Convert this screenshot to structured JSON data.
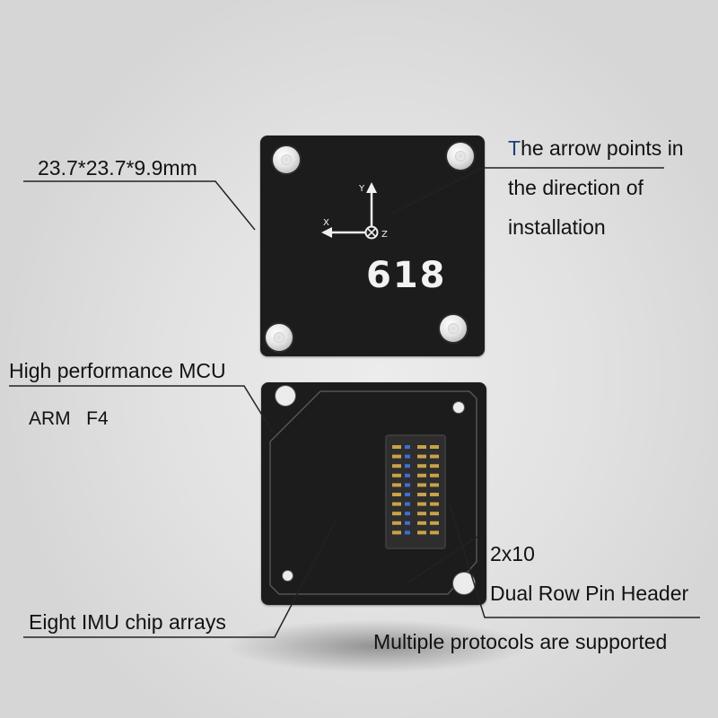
{
  "module_top": {
    "model_number": "618",
    "axis_x": "X",
    "axis_y": "Y",
    "axis_z": "Z"
  },
  "labels": {
    "dimensions": "23.7*23.7*9.9mm",
    "arrow_first_letter": "T",
    "arrow_line1_rest": "he arrow points in",
    "arrow_line2": "the direction of",
    "arrow_line3": "installation",
    "mcu_line1": "High performance MCU",
    "mcu_line2": "ARM   F4",
    "pin_count": "2x10",
    "pin_header": "Dual Row Pin Header",
    "protocols": "Multiple protocols are supported",
    "imu": "Eight IMU chip arrays"
  },
  "colors": {
    "background": "#e1e1e1",
    "board": "#1c1c1c",
    "accent_letter": "#1f3f7a",
    "pin_gold": "#c9a24a",
    "pin_blue": "#3f6fd0"
  }
}
